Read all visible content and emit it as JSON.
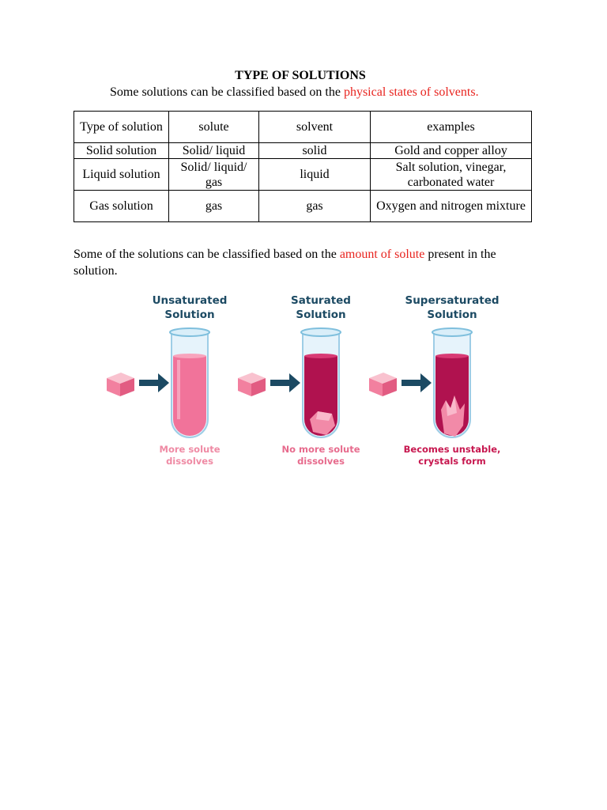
{
  "title": "TYPE OF SOLUTIONS",
  "intro": {
    "text": "Some solutions can be classified based on the ",
    "highlight": "physical states of solvents."
  },
  "table": {
    "headers": [
      "Type of solution",
      "solute",
      "solvent",
      "examples"
    ],
    "rows": [
      [
        "Solid solution",
        "Solid/ liquid",
        "solid",
        "Gold and copper alloy"
      ],
      [
        "Liquid solution",
        "Solid/ liquid/ gas",
        "liquid",
        "Salt solution, vinegar, carbonated water"
      ],
      [
        "Gas solution",
        "gas",
        "gas",
        "Oxygen and nitrogen mixture"
      ]
    ]
  },
  "para2": {
    "before": "Some of the solutions can be classified based on the ",
    "highlight": "amount of solute",
    "after": " present in the solution."
  },
  "diagram": {
    "panels": [
      {
        "heading_1": "Unsaturated",
        "heading_2": "Solution",
        "caption_1": "More solute",
        "caption_2": "dissolves",
        "caption_color": "#ef8aa4",
        "liquid_color": "#f1739a"
      },
      {
        "heading_1": "Saturated",
        "heading_2": "Solution",
        "caption_1": "No more solute",
        "caption_2": "dissolves",
        "caption_color": "#e76b8d",
        "liquid_color": "#b0124f"
      },
      {
        "heading_1": "Supersaturated",
        "heading_2": "Solution",
        "caption_1": "Becomes unstable,",
        "caption_2": "crystals form",
        "caption_color": "#c7174f",
        "liquid_color": "#b0124f"
      }
    ]
  }
}
